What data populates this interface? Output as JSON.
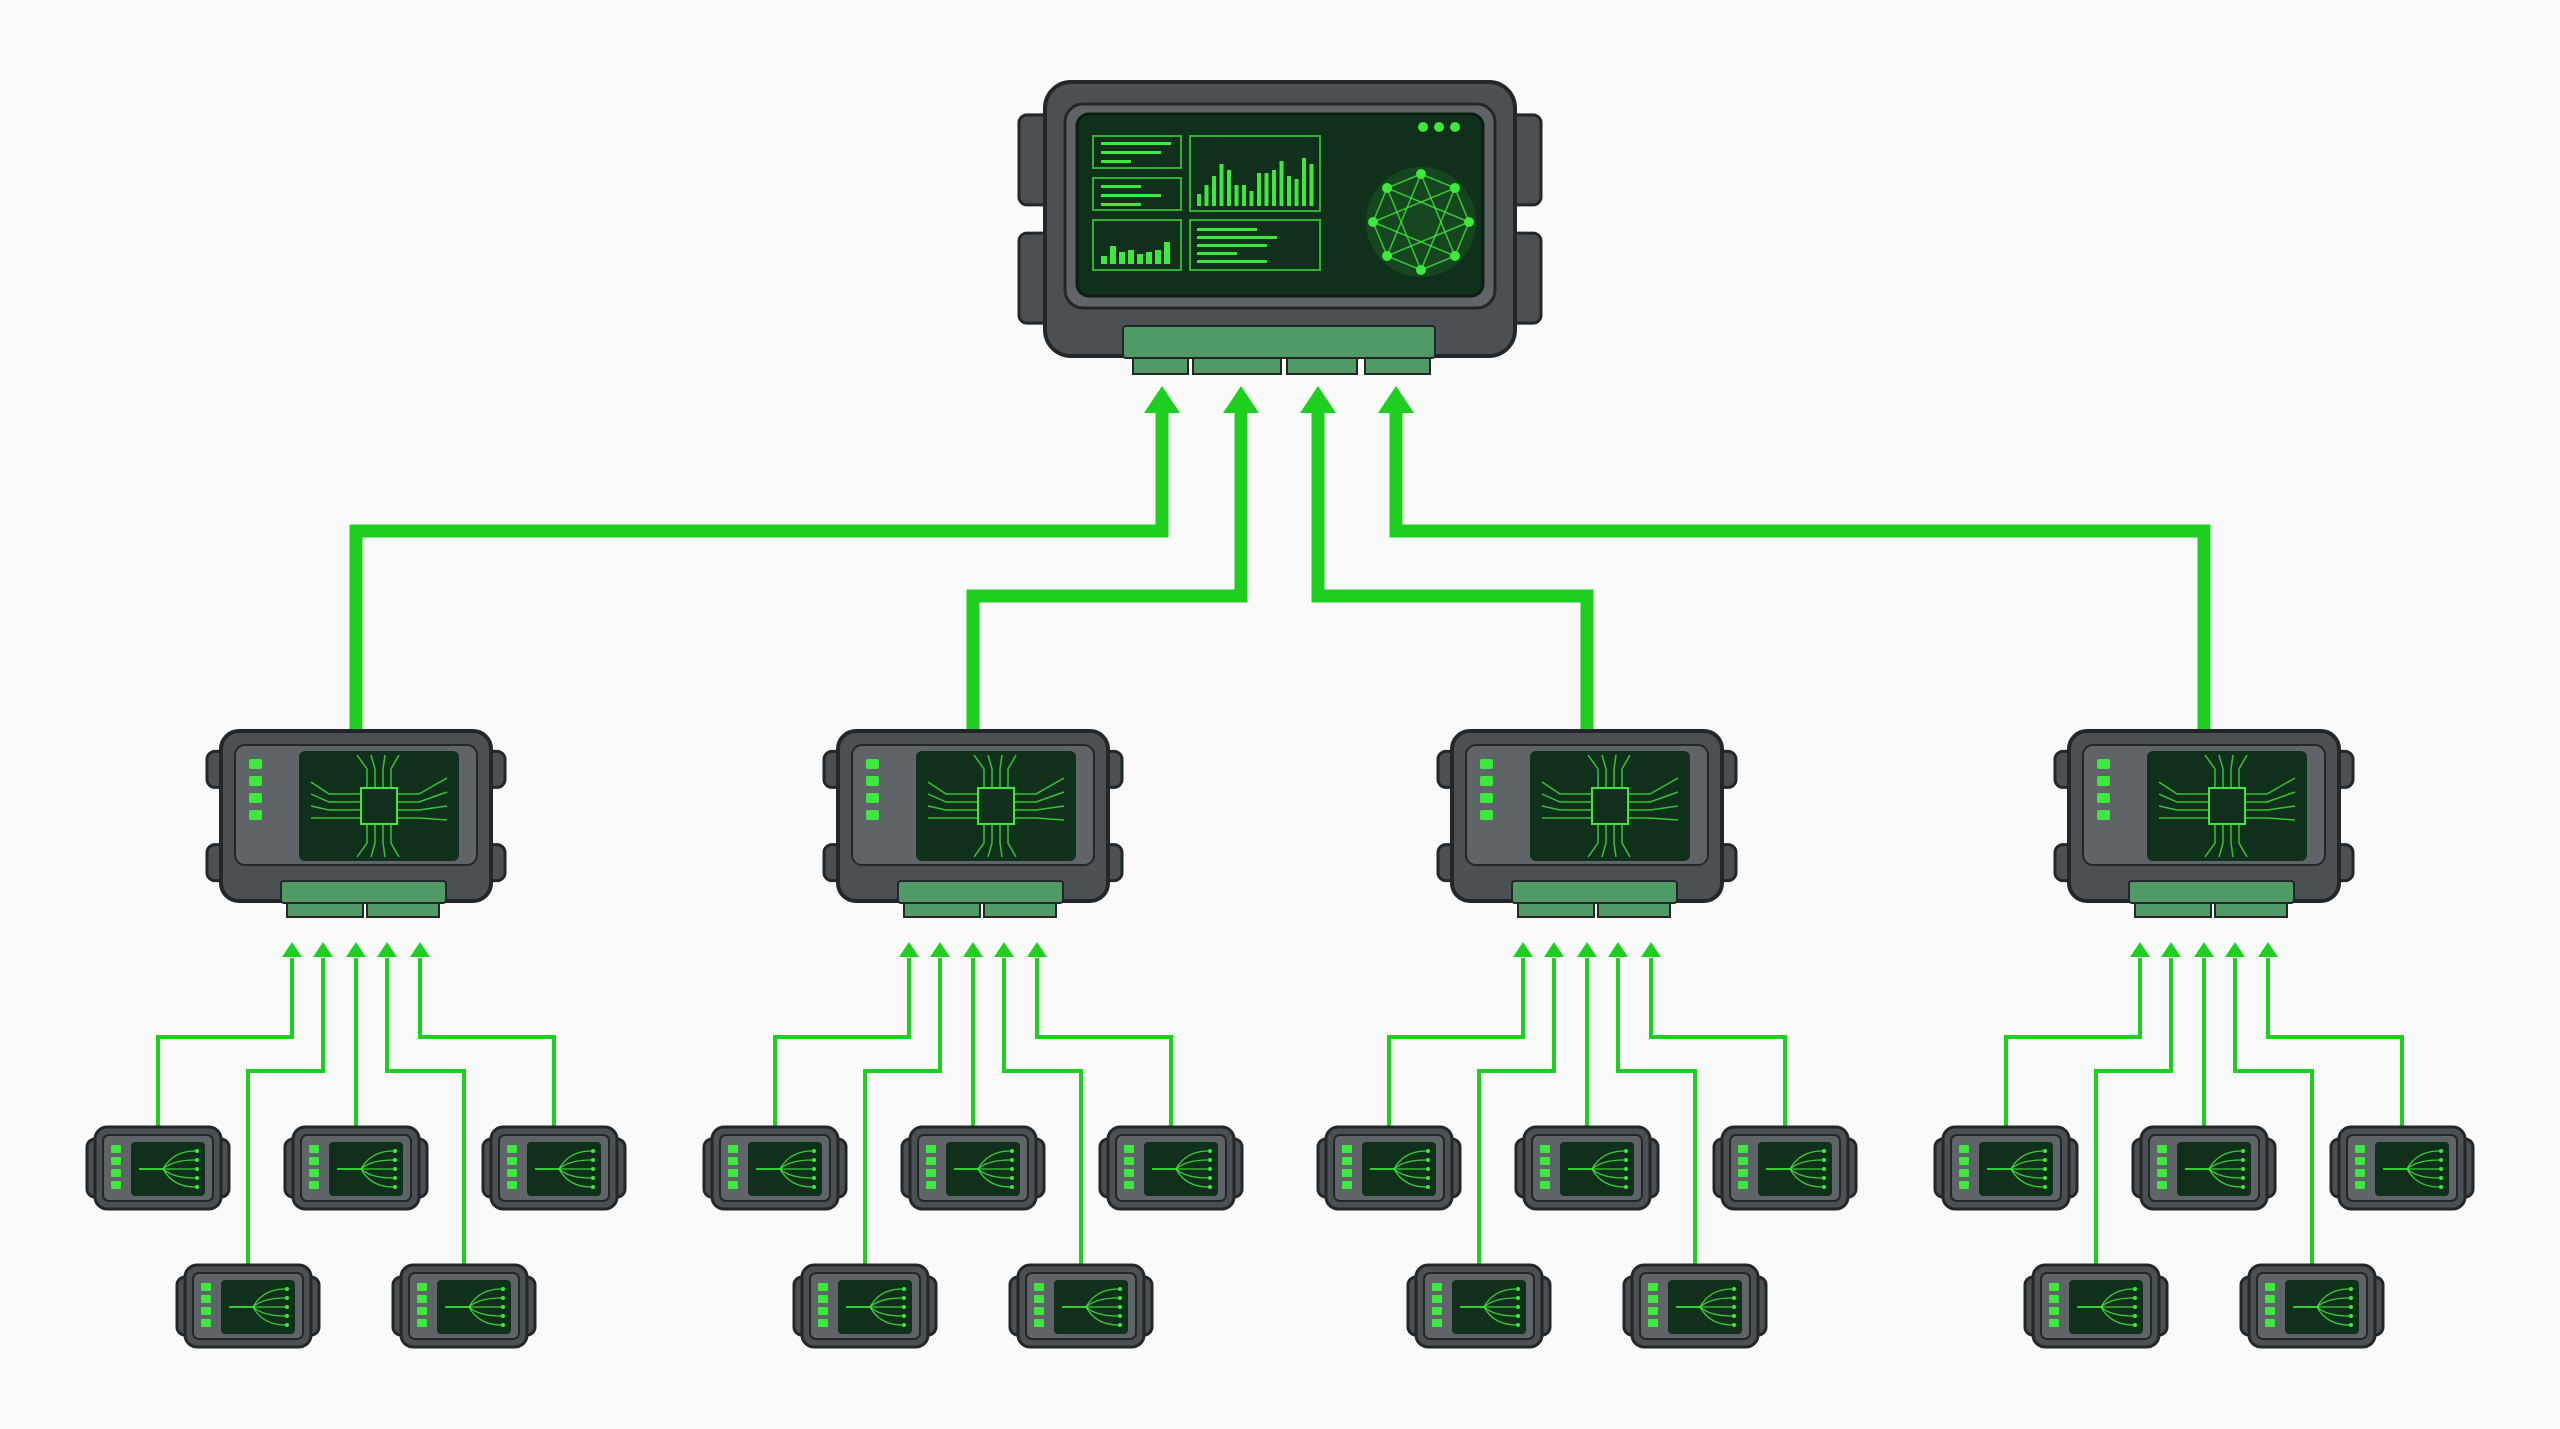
{
  "diagram": {
    "type": "hierarchical-network",
    "central_hub": {
      "kind": "dashboard-controller",
      "status_dots": 3
    },
    "gateway_count": 4,
    "nodes_per_gateway": 5,
    "gateway_leds": 4,
    "node_leds": 4
  },
  "colors": {
    "background": "#fafafa",
    "link": "#1fcf1f",
    "body": "#4b5054",
    "body_outline": "#23272a",
    "bezel": "#5e6468",
    "screen": "#11301b",
    "glow": "#3fe83f",
    "port": "#4f9a66"
  }
}
